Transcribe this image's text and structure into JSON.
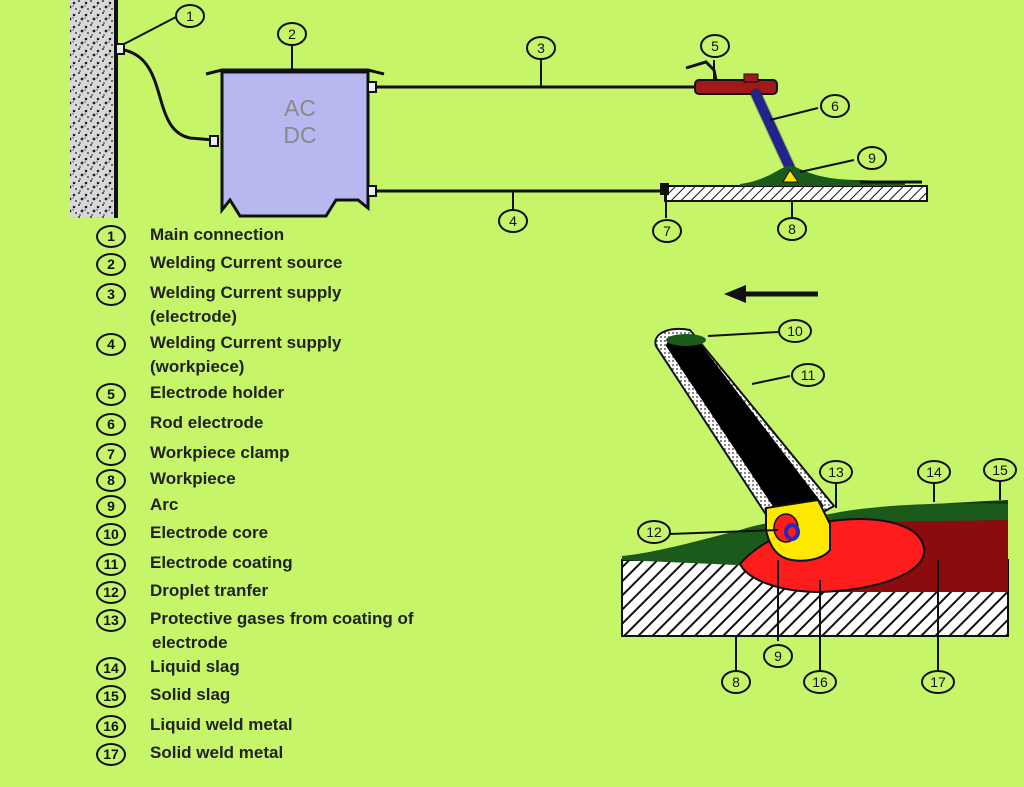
{
  "source_label": "AC\nDC",
  "source_label_lines": [
    "AC",
    "DC"
  ],
  "callout_numbers": [
    "1",
    "2",
    "3",
    "4",
    "5",
    "6",
    "7",
    "8",
    "9",
    "10",
    "11",
    "12",
    "13",
    "14",
    "15",
    "16",
    "17"
  ],
  "legend": [
    {
      "num": "1",
      "lines": [
        "Main connection"
      ]
    },
    {
      "num": "2",
      "lines": [
        "Welding Current source"
      ]
    },
    {
      "num": "3",
      "lines": [
        "Welding Current supply",
        "(electrode)"
      ]
    },
    {
      "num": "4",
      "lines": [
        "Welding Current supply",
        "(workpiece)"
      ]
    },
    {
      "num": "5",
      "lines": [
        "Electrode holder"
      ]
    },
    {
      "num": "6",
      "lines": [
        "Rod electrode"
      ]
    },
    {
      "num": "7",
      "lines": [
        "Workpiece clamp"
      ]
    },
    {
      "num": "8",
      "lines": [
        "Workpiece"
      ]
    },
    {
      "num": "9",
      "lines": [
        "Arc"
      ]
    },
    {
      "num": "10",
      "lines": [
        "Electrode core"
      ]
    },
    {
      "num": "11",
      "lines": [
        "Electrode coating"
      ]
    },
    {
      "num": "12",
      "lines": [
        "Droplet tranfer"
      ]
    },
    {
      "num": "13",
      "lines": [
        "Protective gases from coating of",
        "electrode"
      ]
    },
    {
      "num": "14",
      "lines": [
        "Liquid slag"
      ]
    },
    {
      "num": "15",
      "lines": [
        "Solid slag"
      ]
    },
    {
      "num": "16",
      "lines": [
        "Liquid weld metal"
      ]
    },
    {
      "num": "17",
      "lines": [
        "Solid weld metal"
      ]
    }
  ],
  "colors": {
    "background": "#c6f56a",
    "power_source": "#b8b8f0",
    "holder": "#a01818",
    "rod": "#2a2ab8",
    "gas": "#1c5a1c",
    "liquid_weld": "#ff1c1c",
    "solid_weld": "#8a0c0c",
    "arc": "#ffe800",
    "slag": "#0e3a0e"
  }
}
